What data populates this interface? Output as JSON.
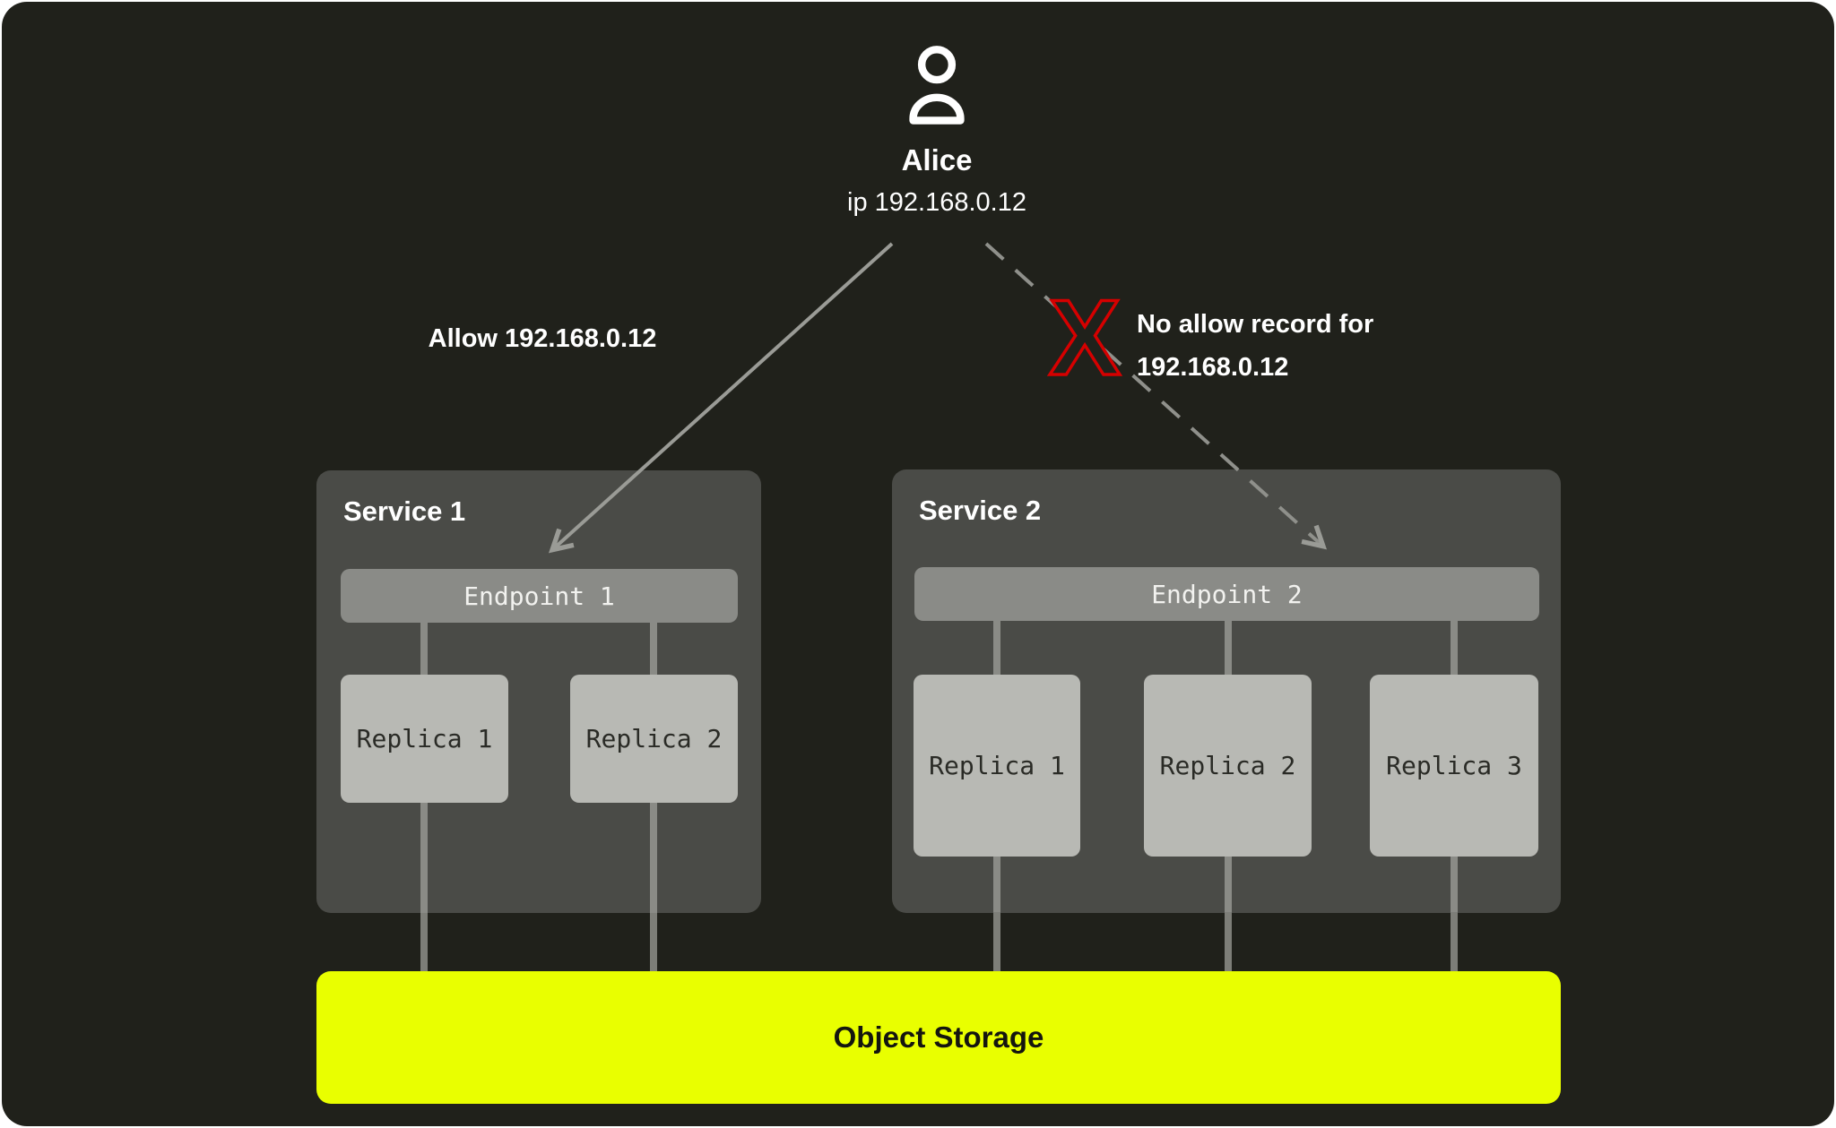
{
  "user": {
    "name": "Alice",
    "ip_label": "ip 192.168.0.12"
  },
  "edges": {
    "allow": {
      "label": "Allow 192.168.0.12"
    },
    "deny": {
      "label_line1": "No allow record for",
      "label_line2": "192.168.0.12",
      "x_mark": "X"
    }
  },
  "services": [
    {
      "title": "Service 1",
      "endpoint_label": "Endpoint 1",
      "replicas": [
        "Replica 1",
        "Replica 2"
      ]
    },
    {
      "title": "Service 2",
      "endpoint_label": "Endpoint 2",
      "replicas": [
        "Replica 1",
        "Replica 2",
        "Replica 3"
      ]
    }
  ],
  "storage": {
    "label": "Object Storage"
  },
  "colors": {
    "background": "#20211b",
    "service_box": "#4a4b47",
    "endpoint_bar": "#8a8b87",
    "replica_box": "#b8b9b4",
    "connector": "#8a8b86",
    "storage_yellow": "#e9ff00",
    "arrow_gray": "#9a9b96",
    "deny_red": "#d60000",
    "text_light": "#ffffff",
    "text_dark": "#2a2b26"
  }
}
